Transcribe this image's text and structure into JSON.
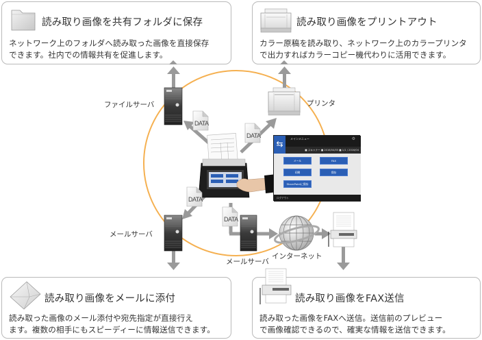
{
  "cards": {
    "folder": {
      "title": "読み取り画像を共有フォルダに保存",
      "desc_line1": "ネットワーク上のフォルダへ読み取った画像を直接保存",
      "desc_line2": "できます。社内での情報共有を促進します。",
      "icon": "folder-icon"
    },
    "print": {
      "title": "読み取り画像をプリントアウト",
      "desc_line1": "カラー原稿を読み取り、ネットワーク上のカラープリンタ",
      "desc_line2": "で出力すればカラーコピー機代わりに活用できます。",
      "icon": "printer-icon"
    },
    "mail": {
      "title": "読み取り画像をメールに添付",
      "desc_line1": "読み取った画像のメール添付や宛先指定が直接行え",
      "desc_line2": "ます。複数の相手にもスピーディーに情報送信できます。",
      "icon": "envelope-icon"
    },
    "fax": {
      "title": "読み取り画像をFAX送信",
      "desc_line1": "読み取った画像をFAXへ送信。送信前のプレビュー",
      "desc_line2": "で画像確認できるので、確実な情報を送信できます。",
      "icon": "fax-icon"
    }
  },
  "nodes": {
    "file_server": "ファイルサーバ",
    "printer": "プリンタ",
    "mail_server_left": "メールサーバ",
    "mail_server_bottom": "メールサーバ",
    "internet": "インターネット"
  },
  "data_doc_label": "DATA",
  "screen": {
    "title": "メインメニュー",
    "status": "■ スキャナー  ■ 2016/04/05  ■ 1/1 / 2016/04",
    "buttons": [
      "メール",
      "FAX",
      "印刷",
      "保存",
      "SharePointに保存"
    ],
    "footer": "ログアウト"
  },
  "colors": {
    "circle": "#f5b050",
    "arrow": "#9a9a9a",
    "card_border": "#b9b9b9",
    "screen_accent": "#2b5fb5"
  }
}
